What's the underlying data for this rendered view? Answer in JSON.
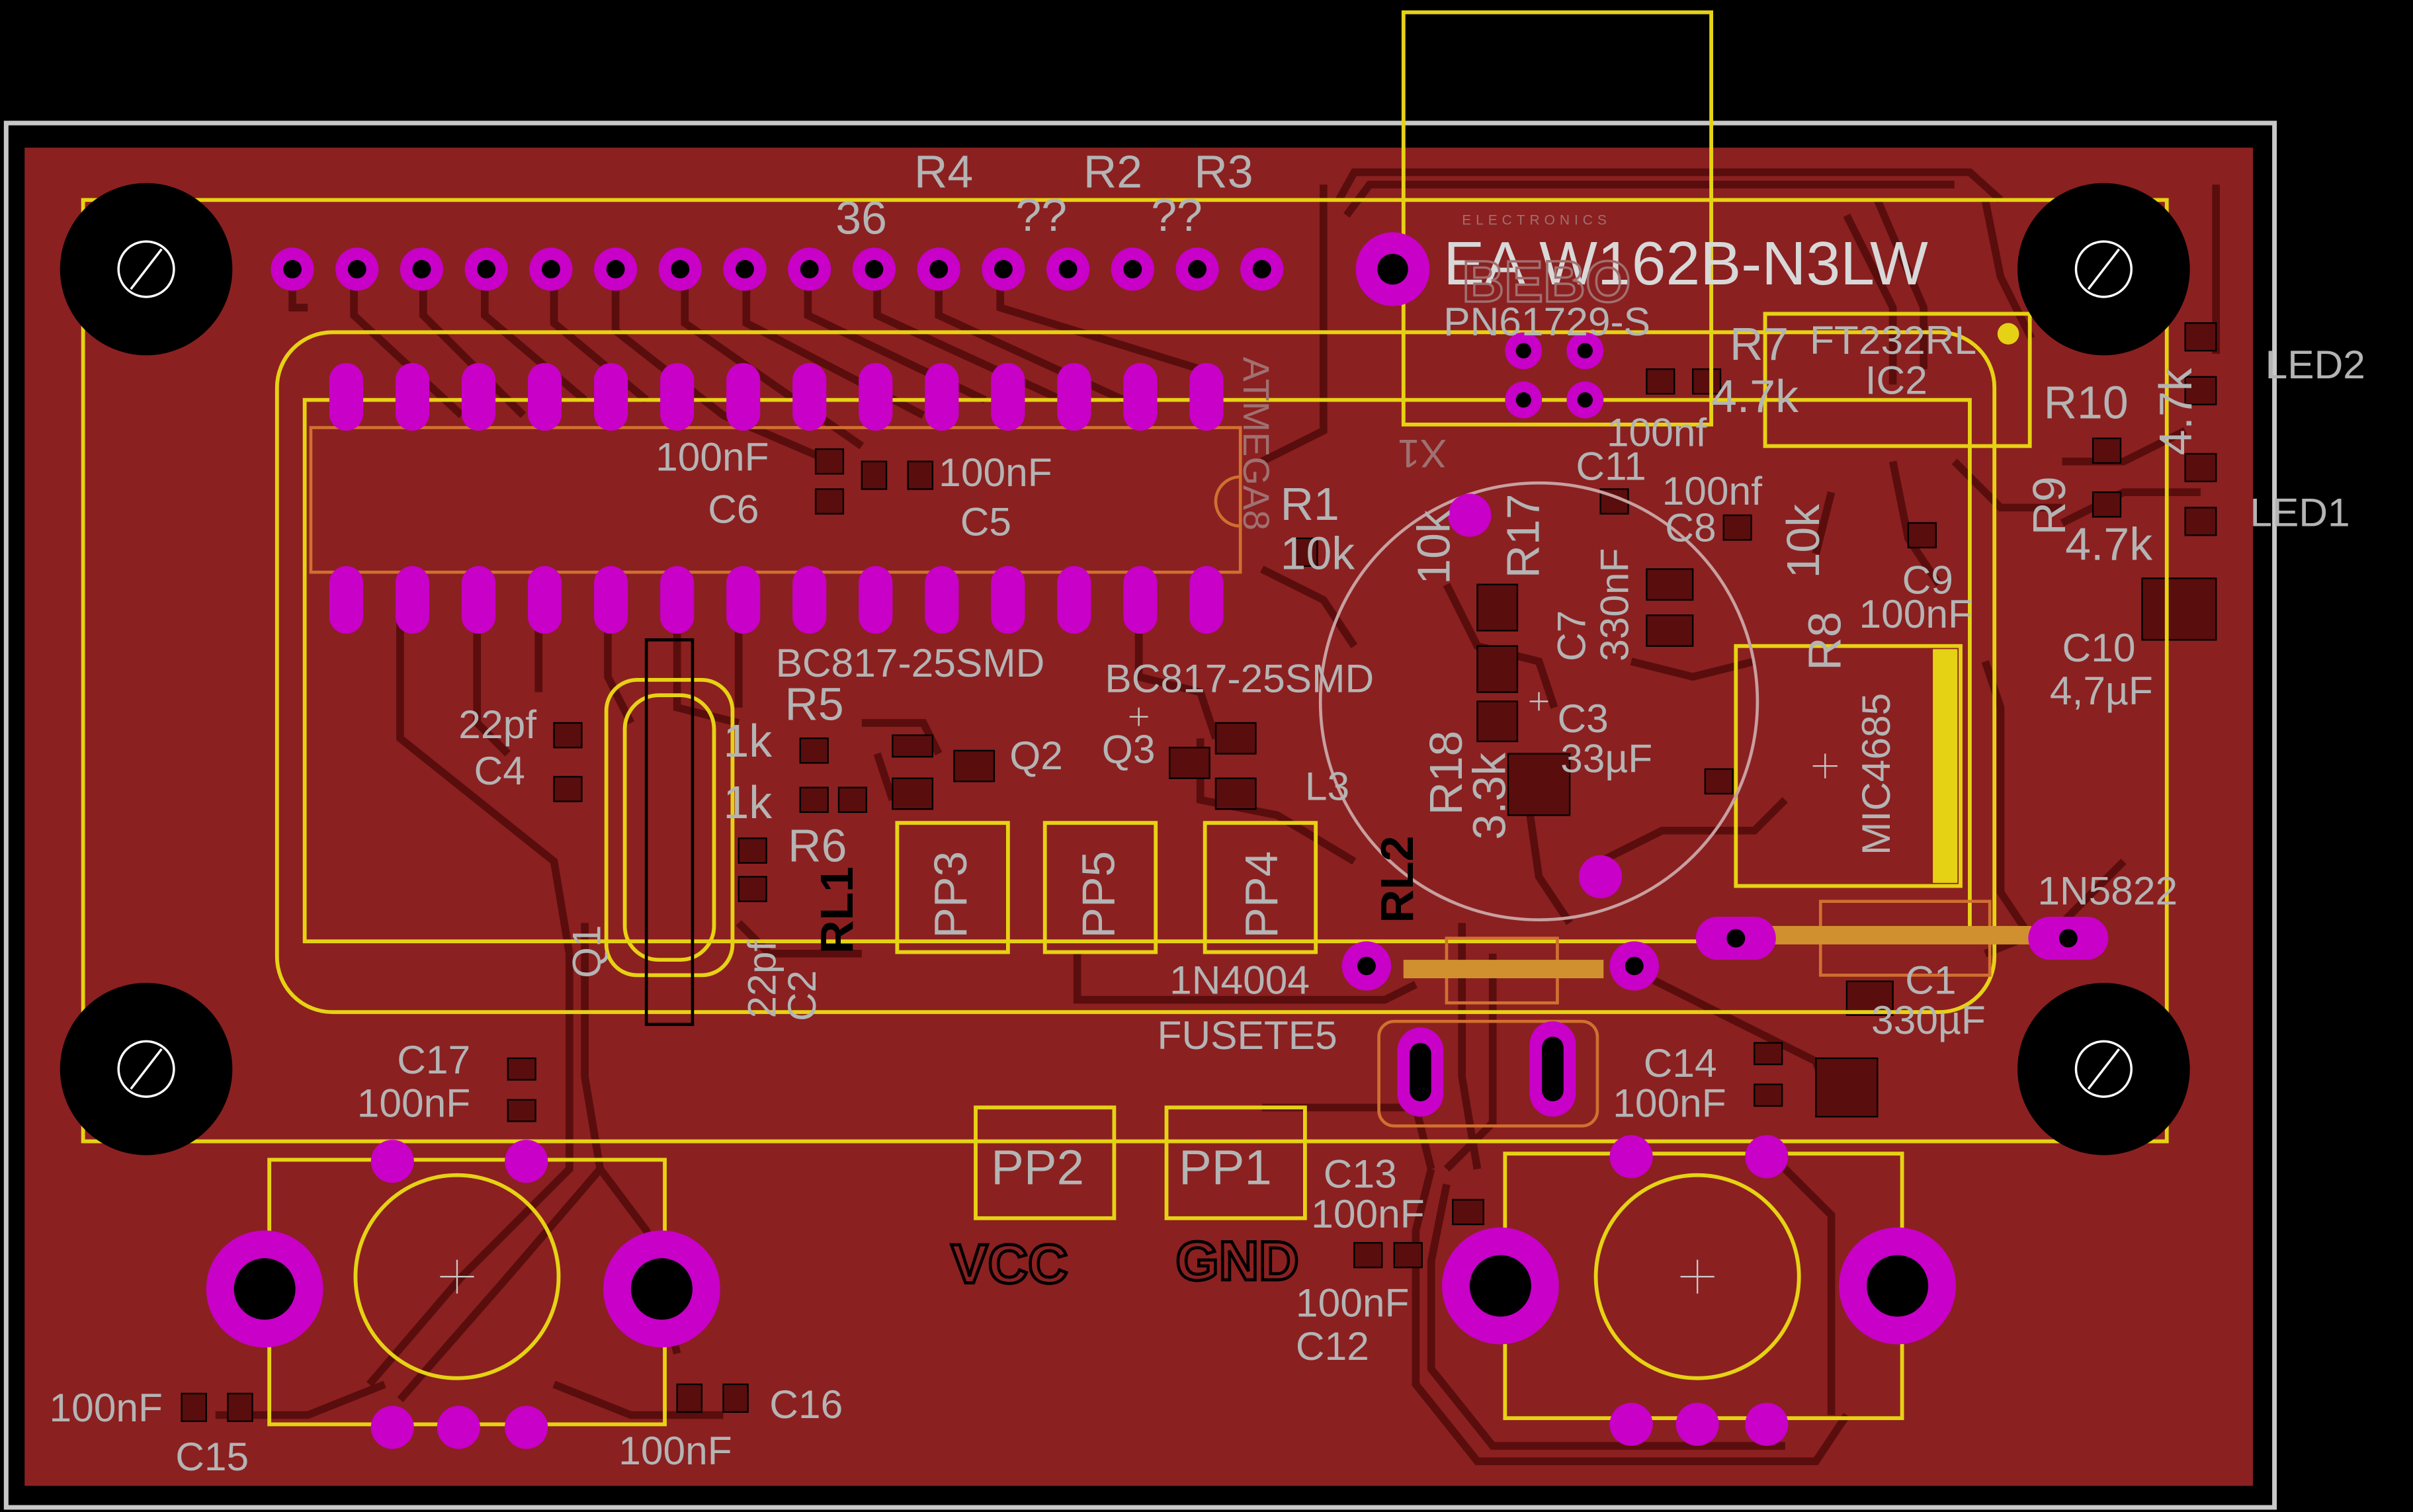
{
  "board": {
    "outline_color": "#c8c8c8",
    "copper_color": "#8b2020",
    "trace_color": "#6b1010",
    "silkscreen_color": "#b4b4b4",
    "outline_layer_color": "#e6d214",
    "pad_color": "#c800c8"
  },
  "labels": {
    "r4": "R4",
    "r4_val": "36",
    "r2": "R2",
    "r2_val": "??",
    "r3": "R3",
    "r3_val": "??",
    "display": "EA W162B-N3LW",
    "display_brand": "ELECTRONICS",
    "display_logo": "BEBO",
    "display_part": "PN61729-S",
    "r7": "R7",
    "r7_val": "4.7k",
    "ic2_name": "FT232RL",
    "ic2": "IC2",
    "led2": "LED2",
    "led1": "LED1",
    "r10": "R10",
    "r10_val": "4.7k",
    "r9": "R9",
    "r9_val": "4.7k",
    "c11_val": "100nf",
    "c11": "C11",
    "c8_val": "100nf",
    "c8": "C8",
    "x1": "X1",
    "c6_val": "100nF",
    "c6": "C6",
    "c5_val": "100nF",
    "c5": "C5",
    "mcu": "ATMEGA8",
    "r1": "R1",
    "r1_val": "10k",
    "r17_val": "10k",
    "r17": "R17",
    "c7": "C7",
    "c7_val": "330nF",
    "r8_val": "10k",
    "r8": "R8",
    "c9": "C9",
    "c9_val": "100nF",
    "c10": "C10",
    "c10_val": "4,7µF",
    "q2_part": "BC817-25SMD",
    "q3_part": "BC817-25SMD",
    "r5": "R5",
    "c3": "C3",
    "c3_val": "33µF",
    "c4_val": "22pf",
    "c4": "C4",
    "r5_val": "1k",
    "r6_val": "1k",
    "r6": "R6",
    "q2": "Q2",
    "q3": "Q3",
    "l3": "L3",
    "r18": "R18",
    "r18_val": "3.3k",
    "mic": "MIC4685",
    "pp3": "PP3",
    "pp5": "PP5",
    "pp4": "PP4",
    "rl2": "RL2",
    "rl1": "RL1",
    "q1": "Q1",
    "c2_val": "22pf",
    "c2": "C2",
    "d1n5822": "1N5822",
    "c1": "C1",
    "c1_val": "330µF",
    "d1n4004": "1N4004",
    "fuse": "FUSETE5",
    "c17": "C17",
    "c17_val": "100nF",
    "c14": "C14",
    "c14_val": "100nF",
    "pp2": "PP2",
    "pp1": "PP1",
    "vcc": "VCC",
    "gnd": "GND",
    "c13": "C13",
    "c13_val": "100nF",
    "c12_val": "100nF",
    "c12": "C12",
    "c15_val": "100nF",
    "c15": "C15",
    "c16": "C16",
    "c16_val": "100nF"
  }
}
